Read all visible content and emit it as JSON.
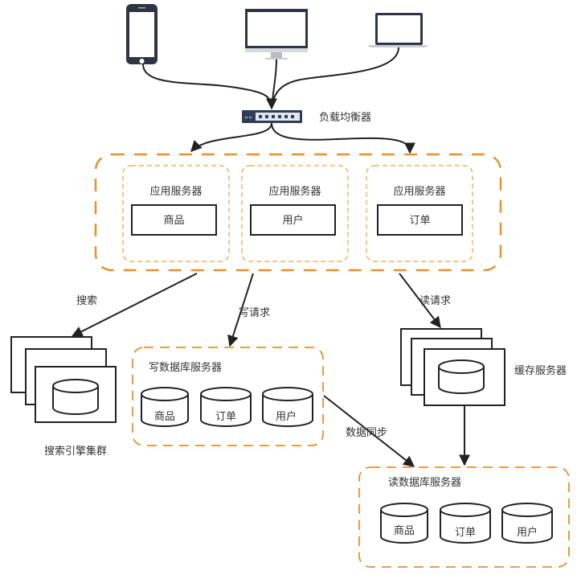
{
  "colors": {
    "accent_orange": "#f0a040",
    "outer_orange": "#e8902a",
    "stroke": "#333333",
    "device_dark": "#2f3542"
  },
  "devices": [
    {
      "name": "phone",
      "icon": "smartphone-icon"
    },
    {
      "name": "desktop",
      "icon": "desktop-monitor-icon"
    },
    {
      "name": "laptop",
      "icon": "laptop-icon"
    }
  ],
  "load_balancer": {
    "label": "负载均衡器",
    "icon": "network-switch-icon"
  },
  "app_cluster": {
    "servers": [
      {
        "title": "应用服务器",
        "module": "商品"
      },
      {
        "title": "应用服务器",
        "module": "用户"
      },
      {
        "title": "应用服务器",
        "module": "订单"
      }
    ]
  },
  "edges": {
    "search": "搜索",
    "write_request": "写请求",
    "read_request": "读请求",
    "data_sync": "数据同步"
  },
  "search_cluster": {
    "label": "搜索引擎集群"
  },
  "write_db": {
    "title": "写数据库服务器",
    "dbs": [
      "商品",
      "订单",
      "用户"
    ]
  },
  "cache": {
    "label": "缓存服务器"
  },
  "read_db": {
    "title": "读数据库服务器",
    "dbs": [
      "商品",
      "订单",
      "用户"
    ]
  }
}
